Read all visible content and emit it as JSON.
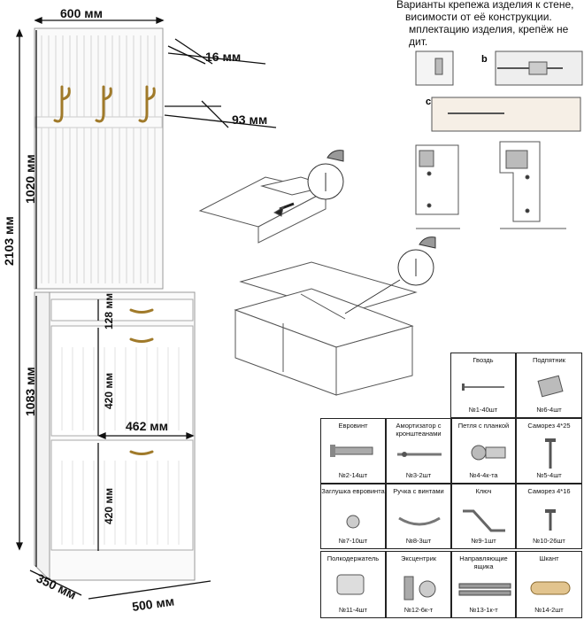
{
  "dimensions": {
    "width_top": "600 мм",
    "height_total": "2103 мм",
    "panel_height": "1020 мм",
    "hook_thickness": "16 мм",
    "hook_offset": "93 мм",
    "drawer_height": "128 мм",
    "door1_height": "420 мм",
    "door2_height": "420 мм",
    "inner_width": "462 мм",
    "cabinet_height": "1083 мм",
    "depth": "350 мм",
    "width_bottom": "500 мм"
  },
  "mounting_note": {
    "lines": [
      "Варианты крепежа изделия к стене,",
      "висимости от её конструкции.",
      "мплектацию изделия, крепёж не",
      "дит."
    ],
    "labels": [
      "b",
      "c"
    ]
  },
  "hardware": [
    {
      "name": "Гвоздь",
      "qty": "№1-40шт",
      "icon": "nail-icon"
    },
    {
      "name": "Подпятник",
      "qty": "№6-4шт",
      "icon": "glide-icon"
    },
    {
      "name": "Евровинт",
      "qty": "№2-14шт",
      "icon": "euroscrew-icon"
    },
    {
      "name": "Амортизатор с кронштеанами",
      "qty": "№3-2шт",
      "icon": "damper-icon"
    },
    {
      "name": "Петля с планкой",
      "qty": "№4-4к-та",
      "icon": "hinge-icon"
    },
    {
      "name": "Саморез 4*25",
      "qty": "№5-4шт",
      "icon": "screw-icon"
    },
    {
      "name": "Заглушка евровинта",
      "qty": "№7-10шт",
      "icon": "cap-icon"
    },
    {
      "name": "Ручка с винтами",
      "qty": "№8-3шт",
      "icon": "handle-icon"
    },
    {
      "name": "Ключ",
      "qty": "№9-1шт",
      "icon": "hex-key-icon"
    },
    {
      "name": "Саморез 4*16",
      "qty": "№10-26шт",
      "icon": "screw-short-icon"
    },
    {
      "name": "Полкодержатель",
      "qty": "№11-4шт",
      "icon": "shelf-pin-icon"
    },
    {
      "name": "Эксцентрик",
      "qty": "№12-6к-т",
      "icon": "cam-lock-icon"
    },
    {
      "name": "Направляющие ящика",
      "qty": "№13-1к-т",
      "icon": "drawer-slide-icon"
    },
    {
      "name": "Шкант",
      "qty": "№14-2шт",
      "icon": "dowel-icon"
    }
  ]
}
